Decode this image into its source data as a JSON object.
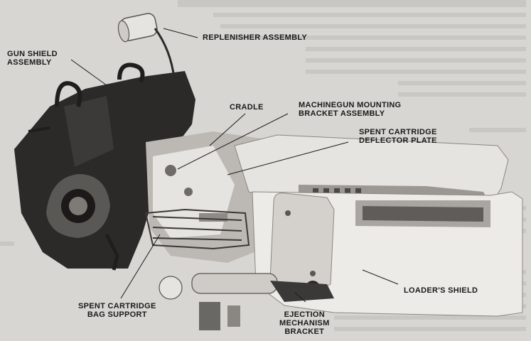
{
  "labels": {
    "replenisher": "REPLENISHER ASSEMBLY",
    "gun_shield_1": "GUN SHIELD",
    "gun_shield_2": "ASSEMBLY",
    "cradle": "CRADLE",
    "mg_bracket_1": "MACHINEGUN MOUNTING",
    "mg_bracket_2": "BRACKET ASSEMBLY",
    "deflector_1": "SPENT CARTRIDGE",
    "deflector_2": "DEFLECTOR PLATE",
    "loaders_shield": "LOADER'S SHIELD",
    "bag_support_1": "SPENT CARTRIDGE",
    "bag_support_2": "BAG SUPPORT",
    "ejection_1": "EJECTION",
    "ejection_2": "MECHANISM",
    "ejection_3": "BRACKET"
  },
  "colors": {
    "background": "#d8d6d2",
    "dark_metal": "#2b2a29",
    "light_metal": "#e6e4e0",
    "mid_metal": "#9b9893",
    "label_text": "#1a1a1a"
  }
}
